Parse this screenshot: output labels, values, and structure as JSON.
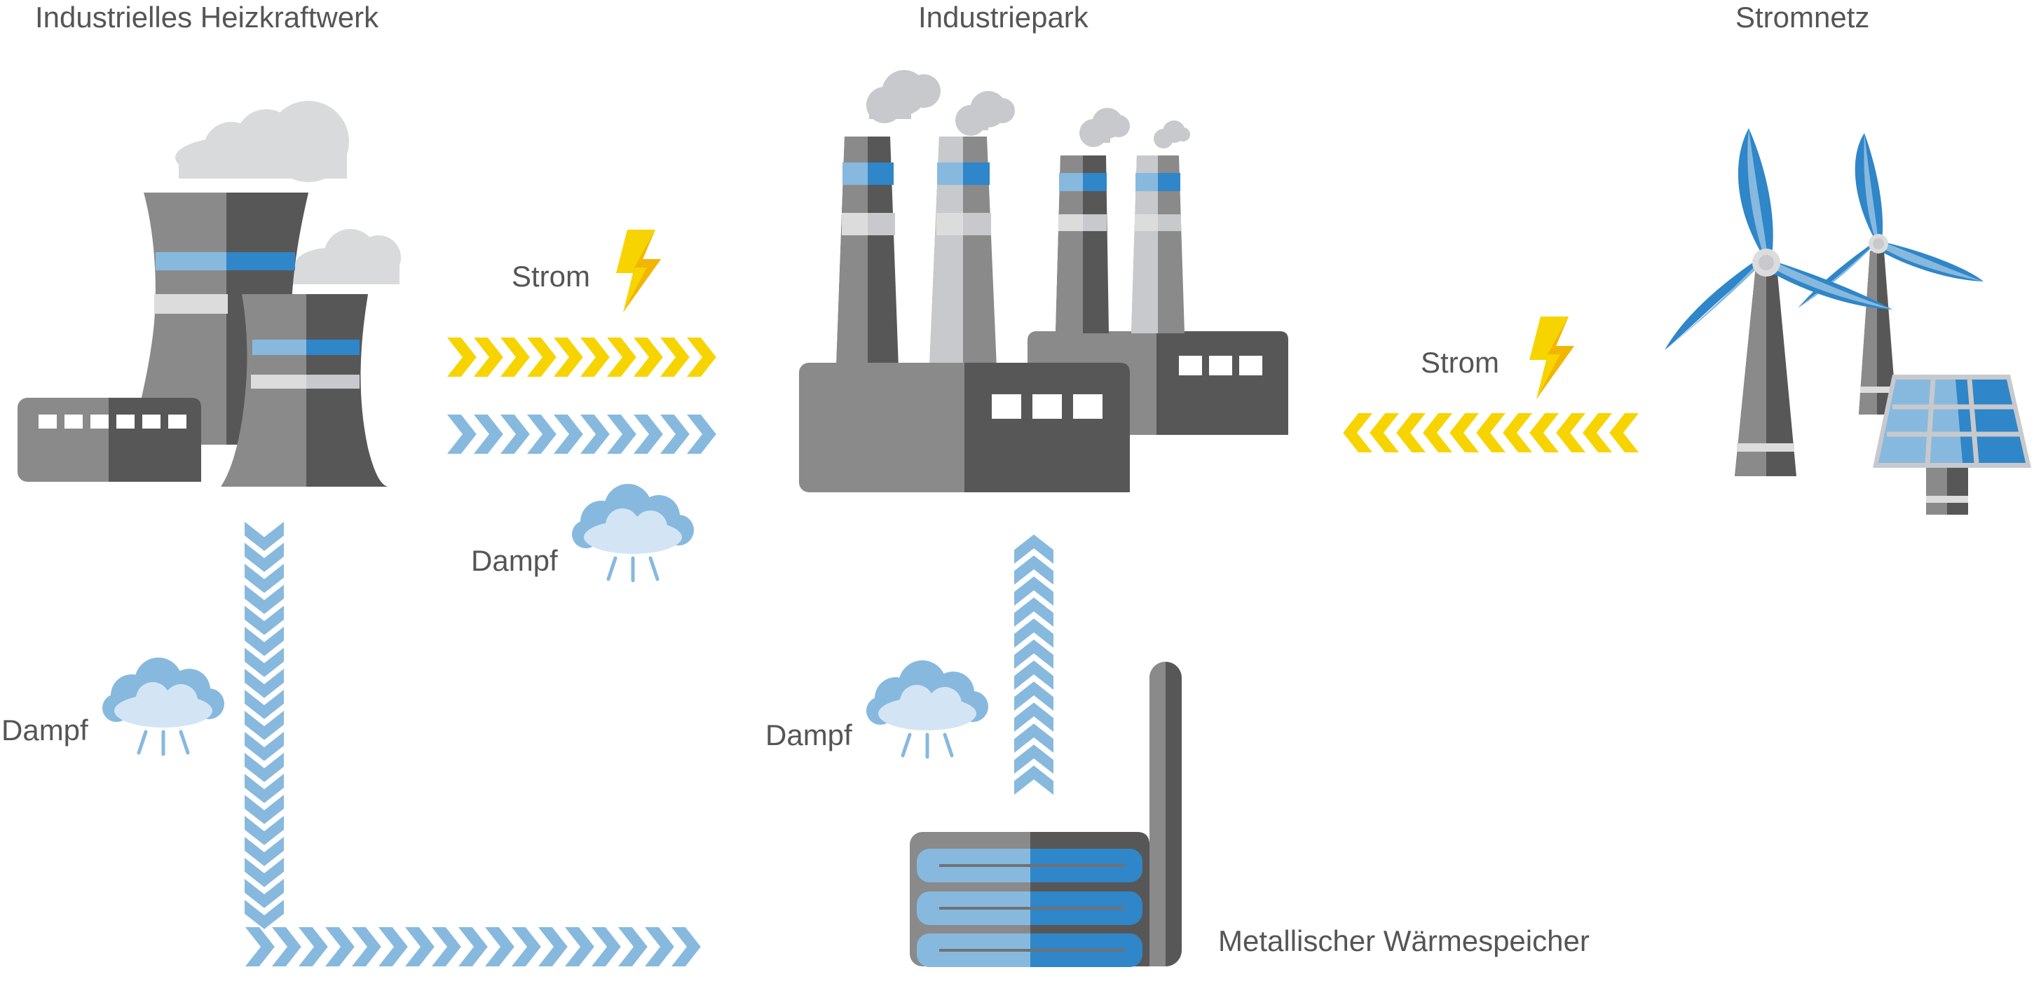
{
  "diagram": {
    "nodes": {
      "plant": {
        "title": "Industrielles Heizkraftwerk"
      },
      "park": {
        "title": "Industriepark"
      },
      "grid": {
        "title": "Stromnetz"
      },
      "storage": {
        "title": "Metallischer Wärmespeicher"
      }
    },
    "flows": {
      "plant_to_park_power": "Strom",
      "plant_to_park_steam": "Dampf",
      "grid_to_park_power": "Strom",
      "plant_to_storage_steam": "Dampf",
      "storage_to_park_steam": "Dampf"
    }
  },
  "colors": {
    "power": "#f7d400",
    "steam": "#87b9de",
    "dark_gray": "#575757",
    "mid_gray": "#8a8a8a",
    "light_gray": "#c7c9cc",
    "cloud_gray": "#d9dadc",
    "accent_blue": "#2f86c8",
    "label": "#555555"
  },
  "icons": [
    "heating-plant-icon",
    "factory-icon",
    "wind-turbine-icon",
    "solar-panel-icon",
    "heat-storage-icon",
    "steam-cloud-icon",
    "lightning-icon"
  ]
}
